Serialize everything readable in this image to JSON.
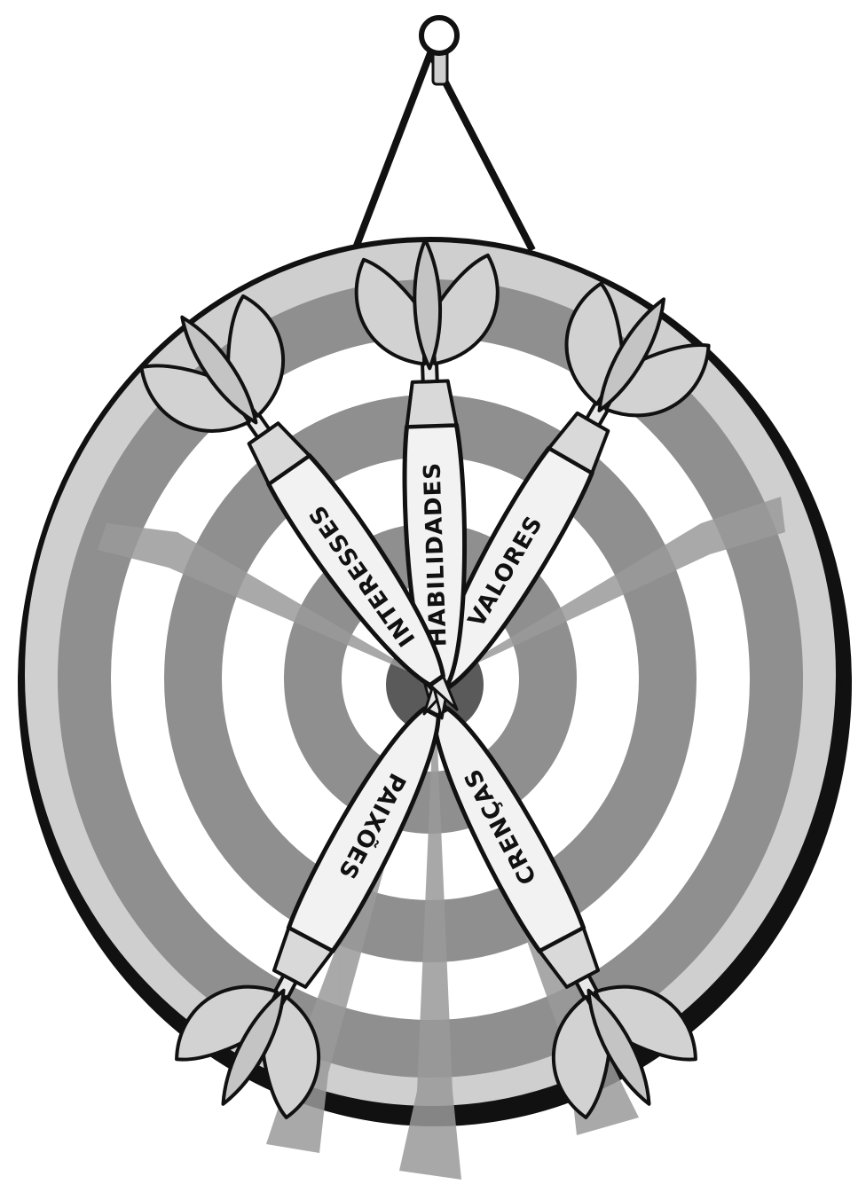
{
  "illustration": {
    "colors": {
      "ink": "#111111",
      "ring_dark": "#8f8f8f",
      "ring_light": "#ffffff",
      "board_rim": "#cfcfcf",
      "bullseye": "#5a5a5a",
      "dart_body": "#f2f2f2",
      "dart_flight": "#d2d2d2",
      "shadow": "#9a9a9a"
    },
    "darts": [
      {
        "label": "CRENÇAS"
      },
      {
        "label": "PAIXÕES"
      },
      {
        "label": "VALORES"
      },
      {
        "label": "HABILIDADES"
      },
      {
        "label": "INTERESSES"
      }
    ]
  }
}
